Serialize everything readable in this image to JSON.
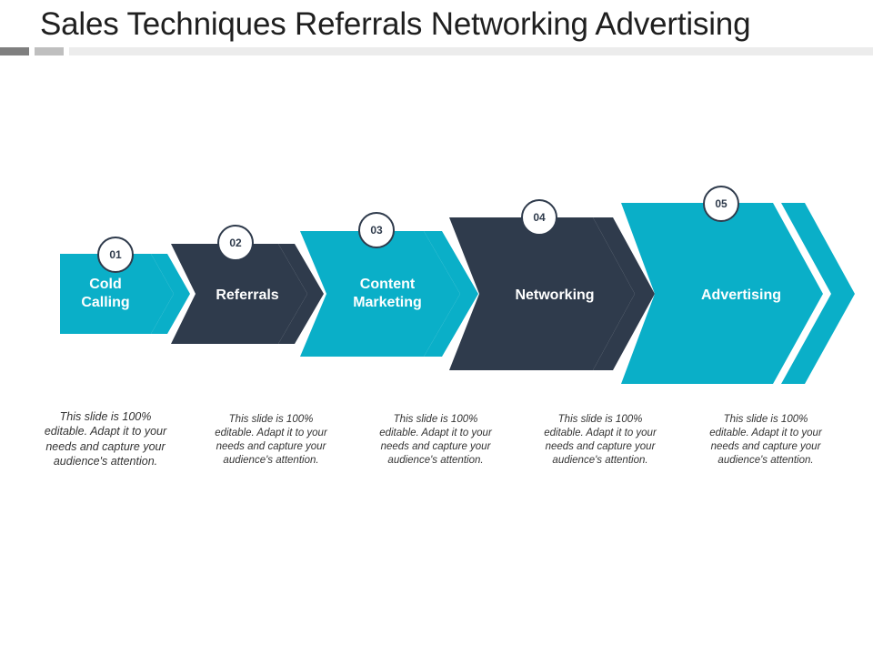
{
  "slide": {
    "title": "Sales Techniques Referrals Networking Advertising"
  },
  "colors": {
    "teal": "#0aafc8",
    "navy": "#2f3b4c"
  },
  "steps": [
    {
      "number": "01",
      "label": "Cold Calling",
      "color": "teal",
      "description": "This slide is 100% editable. Adapt it to your needs and capture your audience's attention."
    },
    {
      "number": "02",
      "label": "Referrals",
      "color": "navy",
      "description": "This slide is 100% editable. Adapt it to your needs and capture your audience's attention."
    },
    {
      "number": "03",
      "label": "Content Marketing",
      "color": "teal",
      "description": "This slide is 100% editable. Adapt it to your needs and capture your audience's attention."
    },
    {
      "number": "04",
      "label": "Networking",
      "color": "navy",
      "description": "This slide is 100% editable. Adapt it to your needs and capture your audience's attention."
    },
    {
      "number": "05",
      "label": "Advertising",
      "color": "teal",
      "description": "This slide is 100% editable. Adapt it to your needs and capture your audience's attention."
    }
  ]
}
